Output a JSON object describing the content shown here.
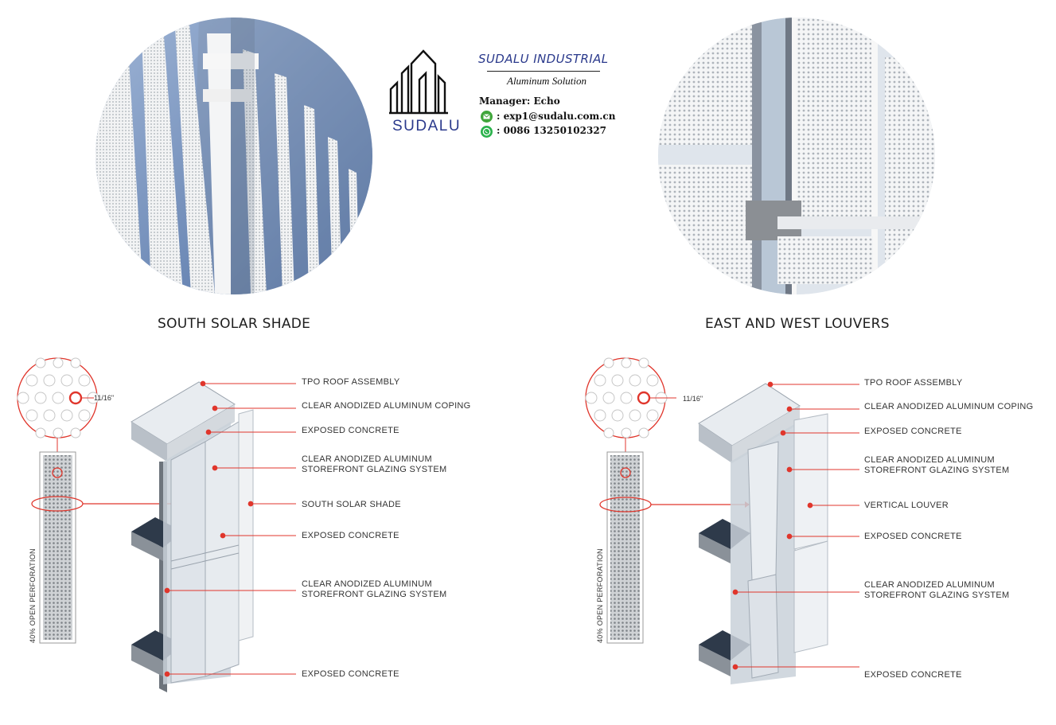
{
  "brand": {
    "logo_text": "SUDALU",
    "company": "SUDALU INDUSTRIAL",
    "tagline": "Aluminum Solution",
    "manager": "Manager: Echo",
    "email": ": exp1@sudalu.com.cn",
    "phone": ": 0086 13250102327",
    "colors": {
      "navy": "#2b3a8c",
      "email_icon": "#3fa53a",
      "whatsapp_icon": "#2bb24c"
    },
    "icons": [
      "email-icon",
      "whatsapp-icon"
    ]
  },
  "left_panel": {
    "title": "SOUTH SOLAR SHADE",
    "dimension": "11/16\"",
    "perforation": "40% OPEN  PERFORATION",
    "callouts": [
      "TPO ROOF ASSEMBLY",
      "CLEAR ANODIZED ALUMINUM COPING",
      "EXPOSED CONCRETE",
      "CLEAR ANODIZED ALUMINUM\nSTOREFRONT GLAZING SYSTEM",
      "SOUTH SOLAR SHADE",
      "EXPOSED CONCRETE",
      "CLEAR ANODIZED ALUMINUM\nSTOREFRONT GLAZING SYSTEM",
      "EXPOSED CONCRETE"
    ]
  },
  "right_panel": {
    "title": "EAST AND WEST LOUVERS",
    "dimension": "11/16\"",
    "perforation": "40% OPEN  PERFORATION",
    "callouts": [
      "TPO ROOF ASSEMBLY",
      "CLEAR ANODIZED ALUMINUM COPING",
      "EXPOSED CONCRETE",
      "CLEAR ANODIZED ALUMINUM\nSTOREFRONT GLAZING SYSTEM",
      "VERTICAL LOUVER",
      "EXPOSED CONCRETE",
      "CLEAR ANODIZED ALUMINUM\nSTOREFRONT GLAZING SYSTEM",
      "EXPOSED CONCRETE"
    ]
  },
  "colors": {
    "callout_red": "#e0362c",
    "sky": "#6f8fbf",
    "panel": "#d9dde2"
  }
}
